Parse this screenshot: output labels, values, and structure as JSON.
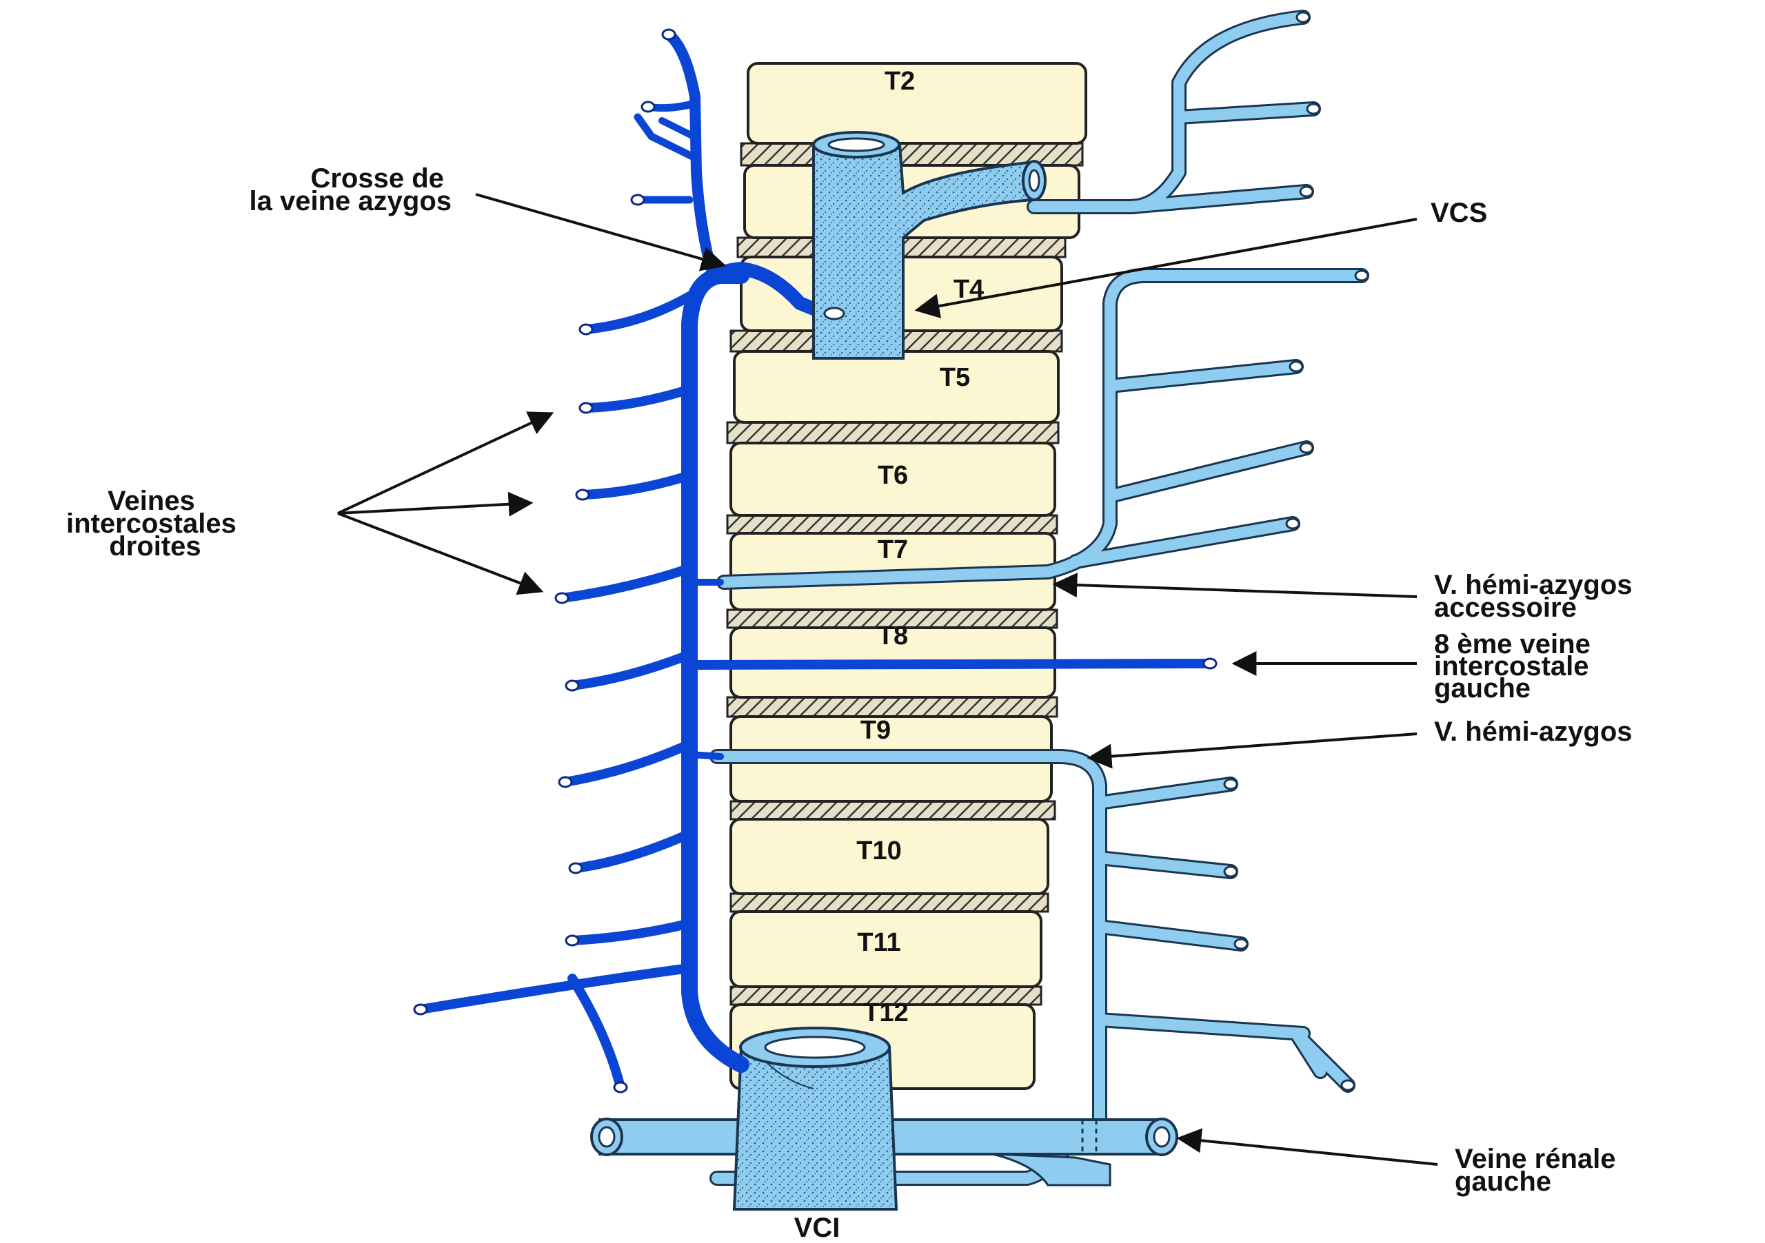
{
  "colors": {
    "vertebra": "#fcf6d2",
    "vertebra_outline": "#222222",
    "azygos": "#0a45d6",
    "hemiazygos": "#8fcdf0",
    "vena_cava": "#8fcdf0",
    "vena_cava_stipple": "#2a5a80",
    "disc_fill": "#e6e0c8",
    "text": "#111111"
  },
  "vertebrae": {
    "t2": "T2",
    "t4": "T4",
    "t5": "T5",
    "t6": "T6",
    "t7": "T7",
    "t8": "T8",
    "t9": "T9",
    "t10": "T10",
    "t11": "T11",
    "t12": "T12"
  },
  "labels": {
    "crosse": [
      "Crosse de",
      "la veine azygos"
    ],
    "vcs": [
      "VCS"
    ],
    "veines_intercostales": [
      "Veines",
      "intercostales",
      "droites"
    ],
    "hemi_azygos_accessoire": [
      "V. hémi-azygos",
      "accessoire"
    ],
    "huitieme_veine": [
      "8 ème veine",
      "intercostale",
      "gauche"
    ],
    "hemi_azygos": [
      "V. hémi-azygos"
    ],
    "veine_renale": [
      "Veine rénale",
      "gauche"
    ],
    "vci": [
      "VCI"
    ]
  }
}
